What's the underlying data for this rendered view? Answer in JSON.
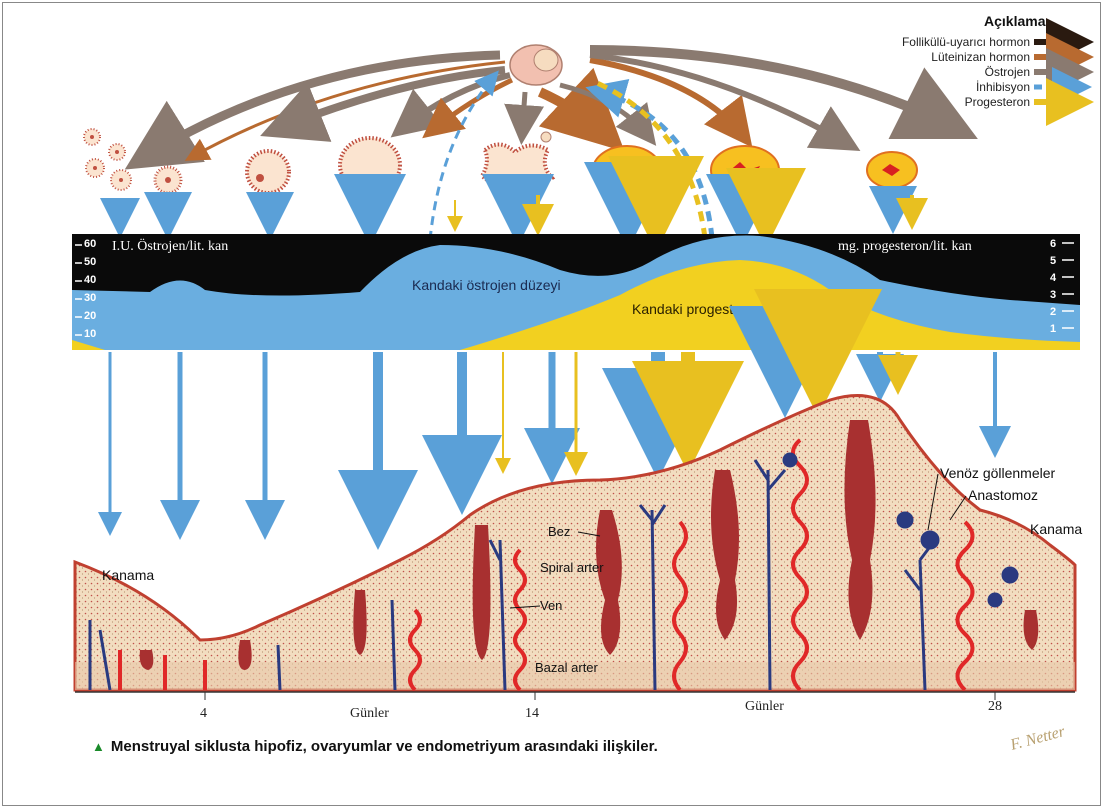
{
  "legend": {
    "title": "Açıklama",
    "items": [
      {
        "label": "Follikülü-uyarıcı hormon",
        "color": "#2a1a10",
        "style": "solid"
      },
      {
        "label": "Lüteinizan hormon",
        "color": "#b86a30",
        "style": "solid"
      },
      {
        "label": "Östrojen",
        "color": "#8a7a70",
        "style": "solid"
      },
      {
        "label": "İnhibisyon",
        "color": "#5aa0d8",
        "style": "dashed"
      },
      {
        "label": "Progesteron",
        "color": "#e8c020",
        "style": "solid"
      }
    ]
  },
  "hormone_chart": {
    "left_axis_label": "I.U. Östrojen/lit. kan",
    "left_ticks": [
      "60",
      "50",
      "40",
      "30",
      "20",
      "10"
    ],
    "right_axis_label": "mg. progesteron/lit. kan",
    "right_ticks": [
      "6",
      "5",
      "4",
      "3",
      "2",
      "1"
    ],
    "estrogen_label": "Kandaki östrojen düzeyi",
    "progesterone_label": "Kandaki progesteron düzeyi"
  },
  "endometrium": {
    "labels": {
      "bleeding_left": "Kanama",
      "bleeding_right": "Kanama",
      "gland": "Bez",
      "spiral_artery": "Spiral arter",
      "vein": "Ven",
      "basal_artery": "Bazal arter",
      "venous_lakes": "Venöz göllenmeler",
      "anastomosis": "Anastomoz"
    }
  },
  "axis": {
    "ticks": [
      "4",
      "Günler",
      "14",
      "Günler",
      "28"
    ]
  },
  "caption": "Menstruyal siklusta hipofiz, ovaryumlar ve endometriyum arasındaki ilişkiler.",
  "signature": "F. Netter"
}
